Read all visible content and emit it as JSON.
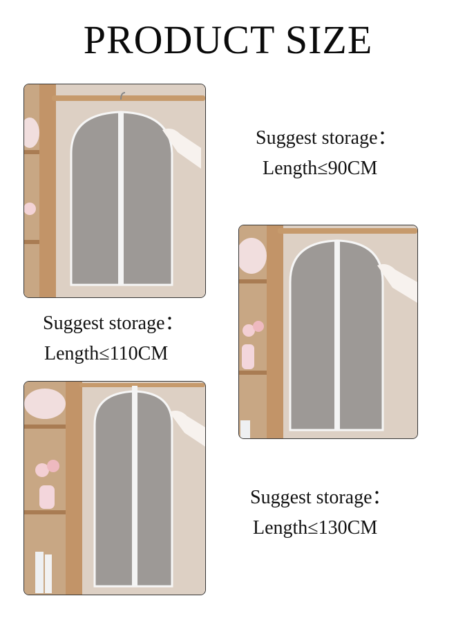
{
  "title": "PRODUCT SIZE",
  "items": [
    {
      "label": "Suggest storage：",
      "length": "Length≤90CM"
    },
    {
      "label": "Suggest storage：",
      "length": "Length≤110CM"
    },
    {
      "label": "Suggest storage：",
      "length": "Length≤130CM"
    }
  ],
  "colors": {
    "wood": "#b98a5a",
    "wall": "#d9cabd",
    "bag": "#9a9692",
    "zipper": "#f4f4f4"
  }
}
